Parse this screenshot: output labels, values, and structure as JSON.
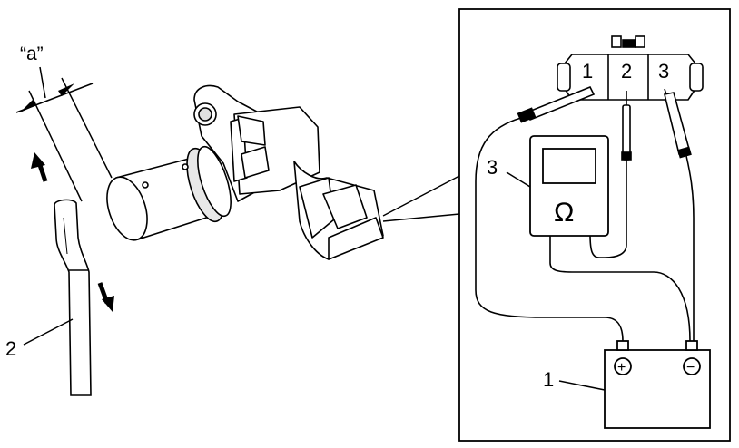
{
  "labels": {
    "a": "“a”",
    "battery": "1",
    "screwdriver": "2",
    "ohmmeter": "3",
    "terminal_1": "1",
    "terminal_2": "2",
    "terminal_3": "3",
    "ohm_symbol": "Ω",
    "plus": "+",
    "minus": "−"
  },
  "colors": {
    "line": "#000000",
    "fill": "#ffffff",
    "shade": "#dcdcdc",
    "shade_dark": "#b8b8b8"
  }
}
